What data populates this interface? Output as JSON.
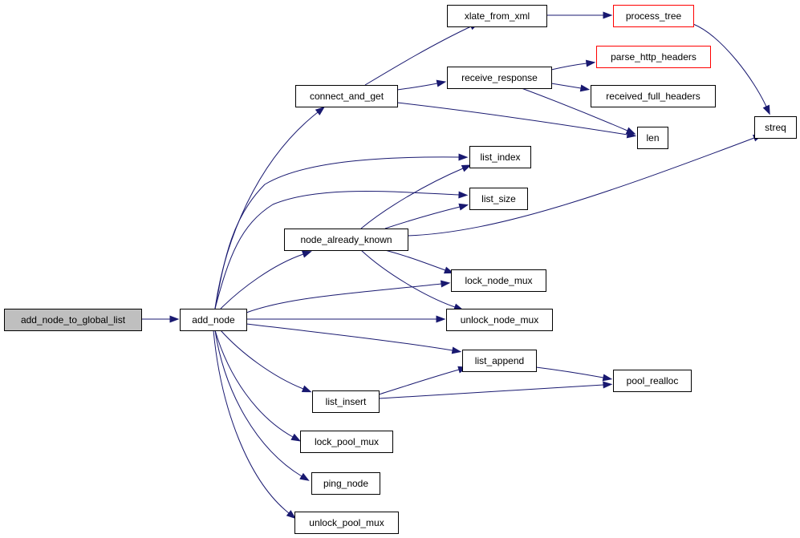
{
  "diagram": {
    "colors": {
      "edge": "#191970",
      "node_border": "#000000",
      "node_fill": "#ffffff",
      "root_fill": "#bfbfbf",
      "truncated_border": "#ff0000"
    },
    "nodes": [
      {
        "id": "add_node_to_global_list",
        "label": "add_node_to_global_list",
        "style": "root"
      },
      {
        "id": "add_node",
        "label": "add_node",
        "style": "normal"
      },
      {
        "id": "connect_and_get",
        "label": "connect_and_get",
        "style": "normal"
      },
      {
        "id": "xlate_from_xml",
        "label": "xlate_from_xml",
        "style": "normal"
      },
      {
        "id": "process_tree",
        "label": "process_tree",
        "style": "truncated"
      },
      {
        "id": "receive_response",
        "label": "receive_response",
        "style": "normal"
      },
      {
        "id": "parse_http_headers",
        "label": "parse_http_headers",
        "style": "truncated"
      },
      {
        "id": "received_full_headers",
        "label": "received_full_headers",
        "style": "normal"
      },
      {
        "id": "len",
        "label": "len",
        "style": "normal"
      },
      {
        "id": "streq",
        "label": "streq",
        "style": "normal"
      },
      {
        "id": "list_index",
        "label": "list_index",
        "style": "normal"
      },
      {
        "id": "list_size",
        "label": "list_size",
        "style": "normal"
      },
      {
        "id": "node_already_known",
        "label": "node_already_known",
        "style": "normal"
      },
      {
        "id": "lock_node_mux",
        "label": "lock_node_mux",
        "style": "normal"
      },
      {
        "id": "unlock_node_mux",
        "label": "unlock_node_mux",
        "style": "normal"
      },
      {
        "id": "list_append",
        "label": "list_append",
        "style": "normal"
      },
      {
        "id": "pool_realloc",
        "label": "pool_realloc",
        "style": "normal"
      },
      {
        "id": "list_insert",
        "label": "list_insert",
        "style": "normal"
      },
      {
        "id": "lock_pool_mux",
        "label": "lock_pool_mux",
        "style": "normal"
      },
      {
        "id": "ping_node",
        "label": "ping_node",
        "style": "normal"
      },
      {
        "id": "unlock_pool_mux",
        "label": "unlock_pool_mux",
        "style": "normal"
      }
    ],
    "edges": [
      {
        "from": "add_node_to_global_list",
        "to": "add_node"
      },
      {
        "from": "add_node",
        "to": "connect_and_get"
      },
      {
        "from": "add_node",
        "to": "list_index"
      },
      {
        "from": "add_node",
        "to": "list_size"
      },
      {
        "from": "add_node",
        "to": "node_already_known"
      },
      {
        "from": "add_node",
        "to": "lock_node_mux"
      },
      {
        "from": "add_node",
        "to": "unlock_node_mux"
      },
      {
        "from": "add_node",
        "to": "list_append"
      },
      {
        "from": "add_node",
        "to": "list_insert"
      },
      {
        "from": "add_node",
        "to": "lock_pool_mux"
      },
      {
        "from": "add_node",
        "to": "ping_node"
      },
      {
        "from": "add_node",
        "to": "unlock_pool_mux"
      },
      {
        "from": "connect_and_get",
        "to": "xlate_from_xml"
      },
      {
        "from": "connect_and_get",
        "to": "receive_response"
      },
      {
        "from": "connect_and_get",
        "to": "len"
      },
      {
        "from": "xlate_from_xml",
        "to": "process_tree"
      },
      {
        "from": "process_tree",
        "to": "streq"
      },
      {
        "from": "receive_response",
        "to": "parse_http_headers"
      },
      {
        "from": "receive_response",
        "to": "received_full_headers"
      },
      {
        "from": "receive_response",
        "to": "len"
      },
      {
        "from": "node_already_known",
        "to": "list_index"
      },
      {
        "from": "node_already_known",
        "to": "list_size"
      },
      {
        "from": "node_already_known",
        "to": "streq"
      },
      {
        "from": "node_already_known",
        "to": "lock_node_mux"
      },
      {
        "from": "node_already_known",
        "to": "unlock_node_mux"
      },
      {
        "from": "list_append",
        "to": "pool_realloc"
      },
      {
        "from": "list_insert",
        "to": "list_append"
      },
      {
        "from": "list_insert",
        "to": "pool_realloc"
      }
    ]
  }
}
